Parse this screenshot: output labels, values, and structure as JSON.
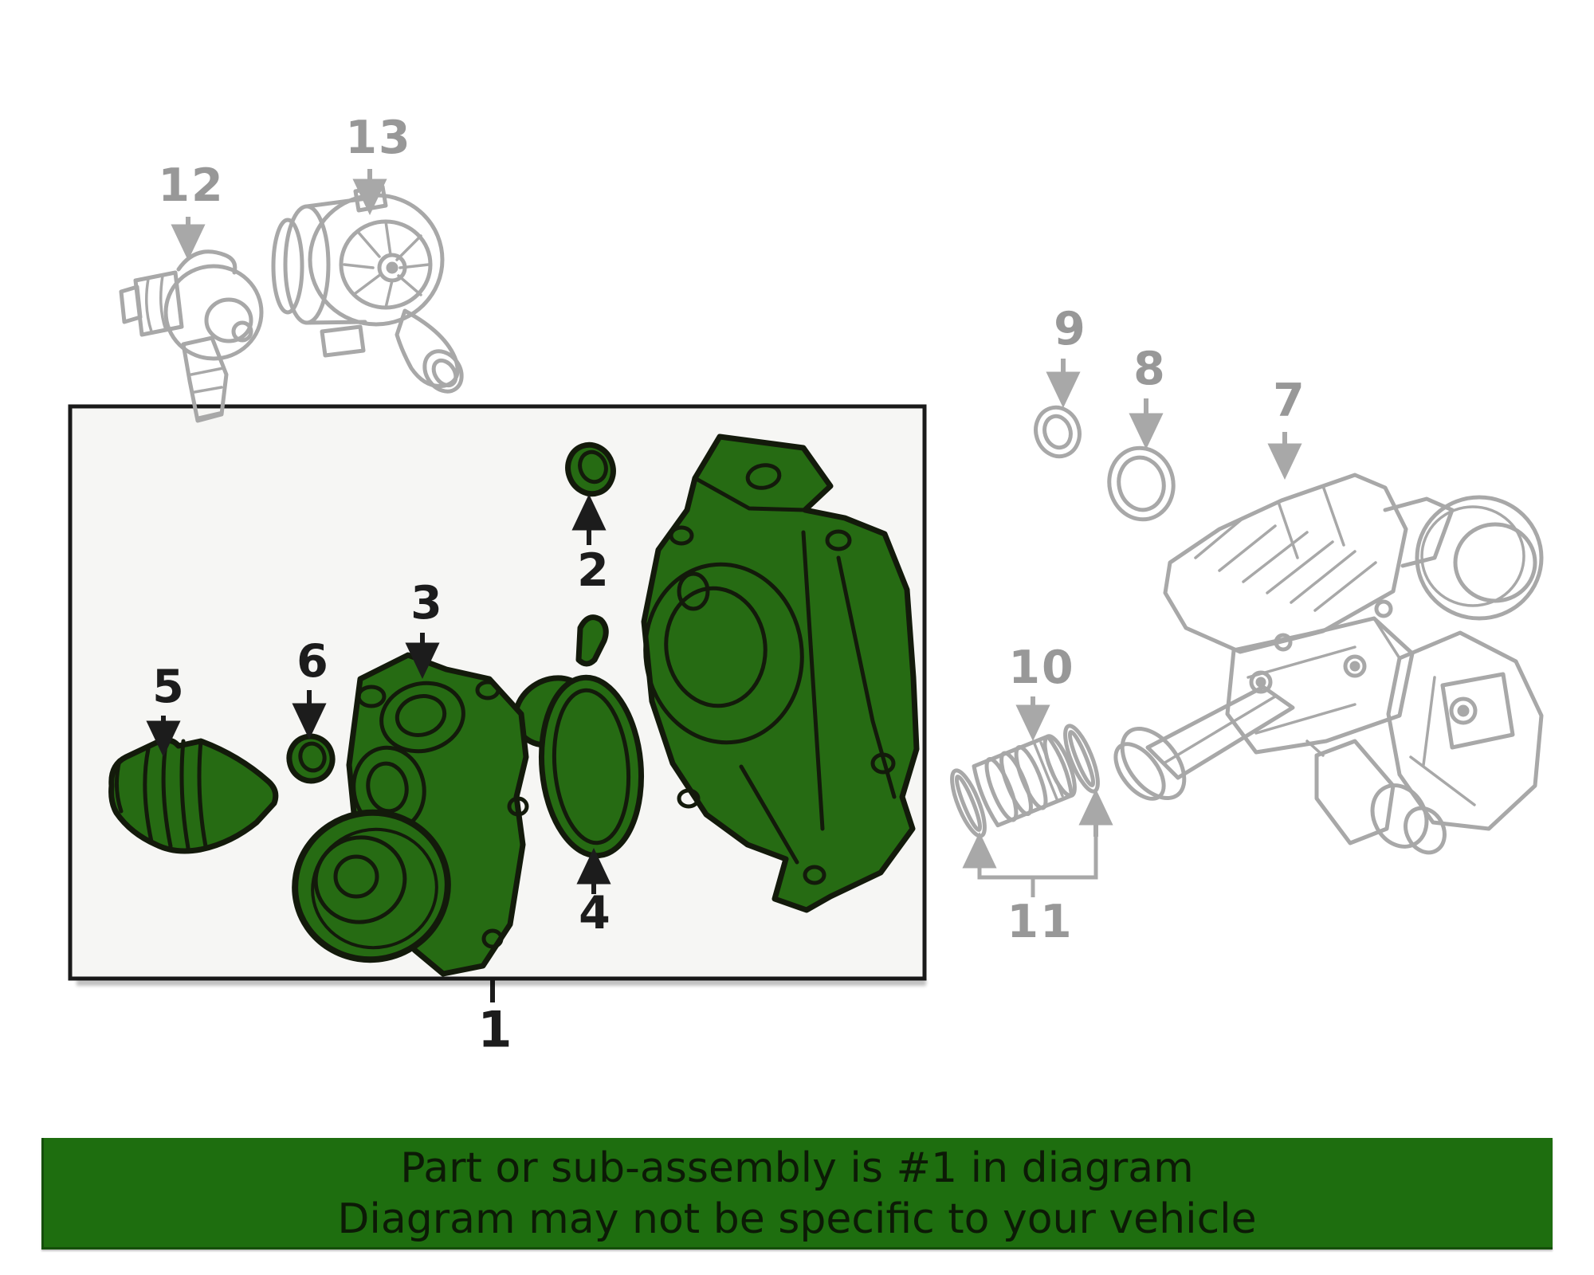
{
  "theme": {
    "page-bg": "#ffffff",
    "part-green": "#266b13",
    "ink": "#131a0b",
    "gray-art": "#a8a8a8",
    "gray-label": "#989898",
    "black-label": "#1c1c1c",
    "box-fill": "#f6f6f4",
    "box-border": "#1a1a1a",
    "banner-bg": "#1e6e0f",
    "banner-text": "#0c1a06"
  },
  "diagram": {
    "highlighted_part": "1",
    "callouts": {
      "c1": "1",
      "c2": "2",
      "c3": "3",
      "c4": "4",
      "c5": "5",
      "c6": "6",
      "c7": "7",
      "c8": "8",
      "c9": "9",
      "c10": "10",
      "c11": "11",
      "c12": "12",
      "c13": "13"
    }
  },
  "banner": {
    "line1": "Part or sub-assembly is #1 in diagram",
    "line2": "Diagram may not be specific to your vehicle"
  }
}
